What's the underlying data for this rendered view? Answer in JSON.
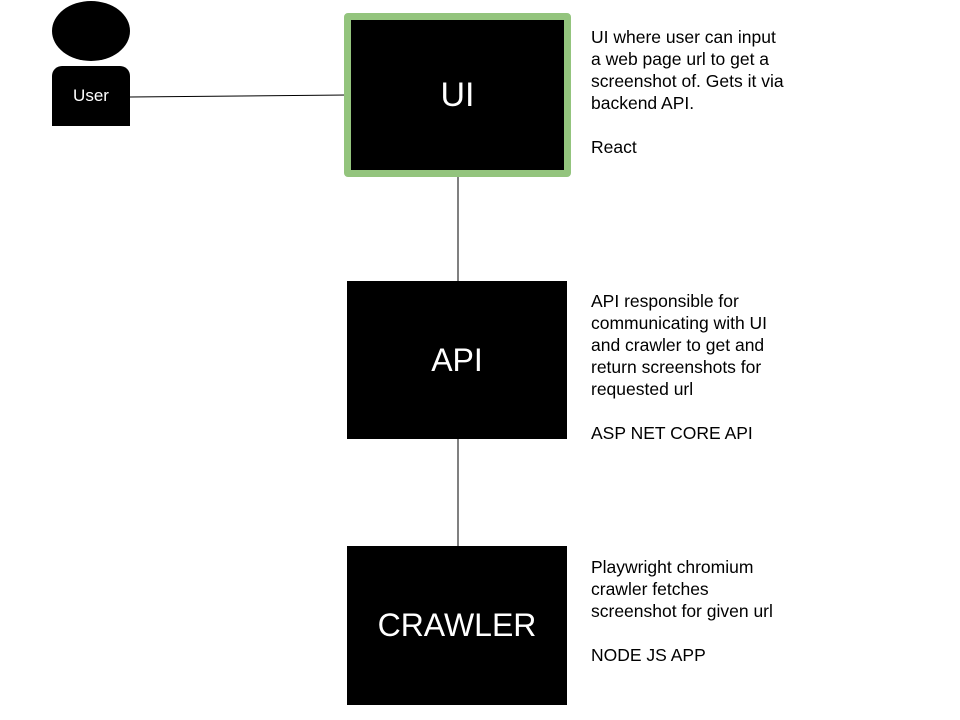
{
  "user": {
    "label": "User"
  },
  "nodes": {
    "ui": {
      "label": "UI",
      "description": "UI where user can input\na web page url to get a\nscreenshot of. Gets it via\nbackend API.\n\nReact",
      "border_color": "#93c47d"
    },
    "api": {
      "label": "API",
      "description": "API responsible for\ncommunicating with UI\nand crawler to get and\nreturn screenshots for\nrequested url\n\nASP NET CORE API"
    },
    "crawler": {
      "label": "CRAWLER",
      "description": "Playwright chromium\ncrawler fetches\nscreenshot for given url\n\nNODE JS APP"
    }
  }
}
